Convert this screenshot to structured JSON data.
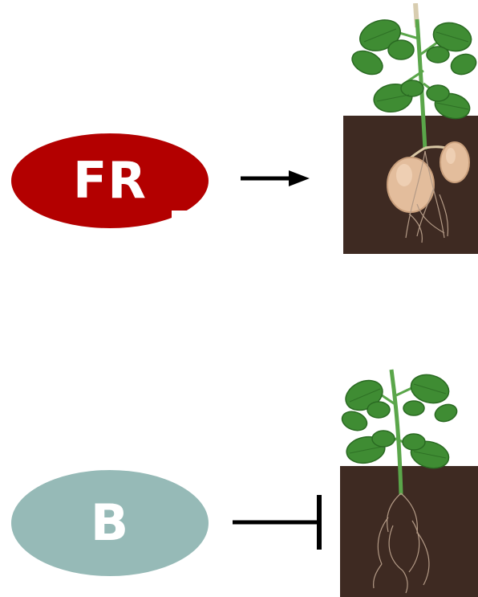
{
  "colors": {
    "fr": "#b30000",
    "b": "#96bab7",
    "soil": "#3e2a22",
    "leaf": "#3f8c33",
    "leaf_dark": "#2a6a22",
    "stem": "#5aa64a",
    "tuber": "#e3bd9c",
    "root": "#b39a86"
  },
  "nodes": [
    {
      "label": "FR",
      "effect": "induces",
      "icon": "arrow-icon",
      "plant": "potato-plant-with-tubers"
    },
    {
      "label": "B",
      "effect": "inhibits",
      "icon": "t-bar-inhibition-icon",
      "plant": "potato-plant-without-tubers"
    }
  ]
}
